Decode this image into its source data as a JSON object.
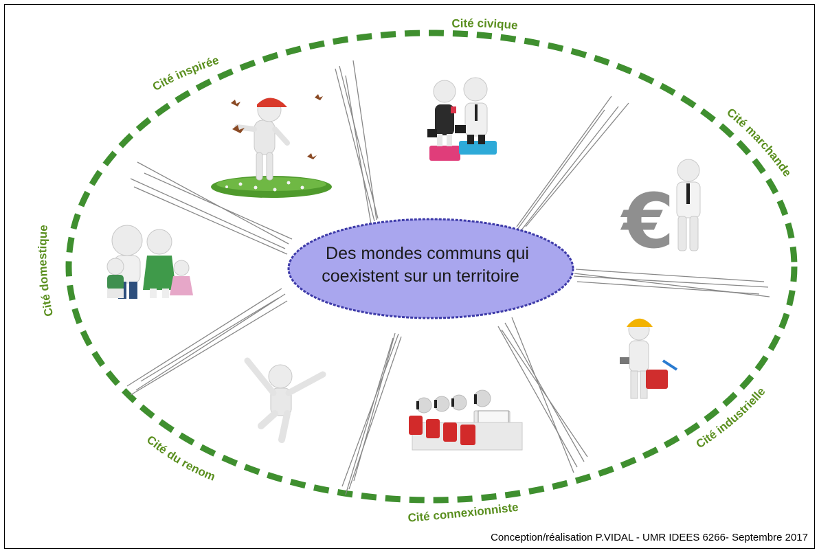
{
  "center": {
    "line1": "Des mondes communs qui",
    "line2": "coexistent sur un territoire"
  },
  "cities": {
    "civique": "Cité civique",
    "inspiree": "Cité inspirée",
    "marchande": "Cité marchande",
    "domestique": "Cité domestique",
    "industrielle": "Cité industrielle",
    "renom": "Cité du renom",
    "connexionniste": "Cité connexionniste"
  },
  "credit": "Conception/réalisation P.VIDAL - UMR IDEES 6266- Septembre 2017",
  "colors": {
    "ellipse_dash": "#3f8f2f",
    "label_green": "#5a8f1f",
    "center_fill": "#a9a6ee",
    "center_stroke": "#3d3aa8"
  }
}
